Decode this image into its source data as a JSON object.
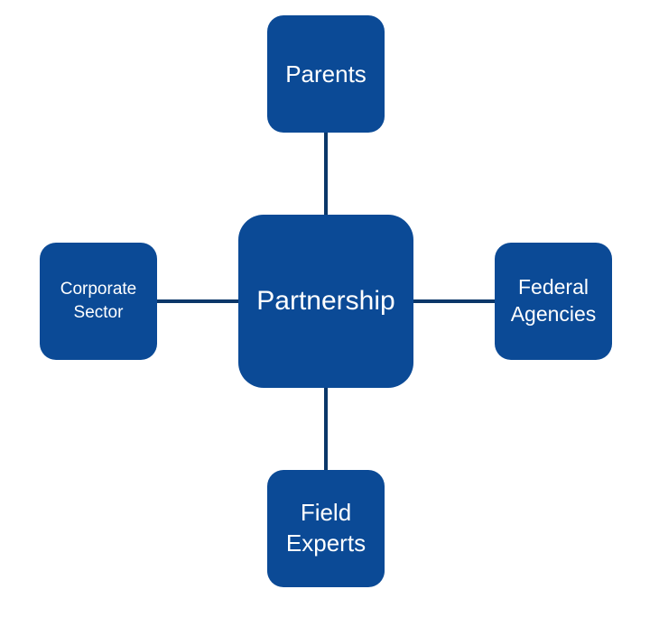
{
  "colors": {
    "node_fill": "#0b4a96",
    "connector": "#0b3769",
    "text": "#ffffff"
  },
  "diagram": {
    "center": {
      "label": "Partnership"
    },
    "top": {
      "label": "Parents"
    },
    "left": {
      "label": "Corporate\nSector"
    },
    "right": {
      "label": "Federal\nAgencies"
    },
    "bottom": {
      "label": "Field\nExperts"
    }
  }
}
